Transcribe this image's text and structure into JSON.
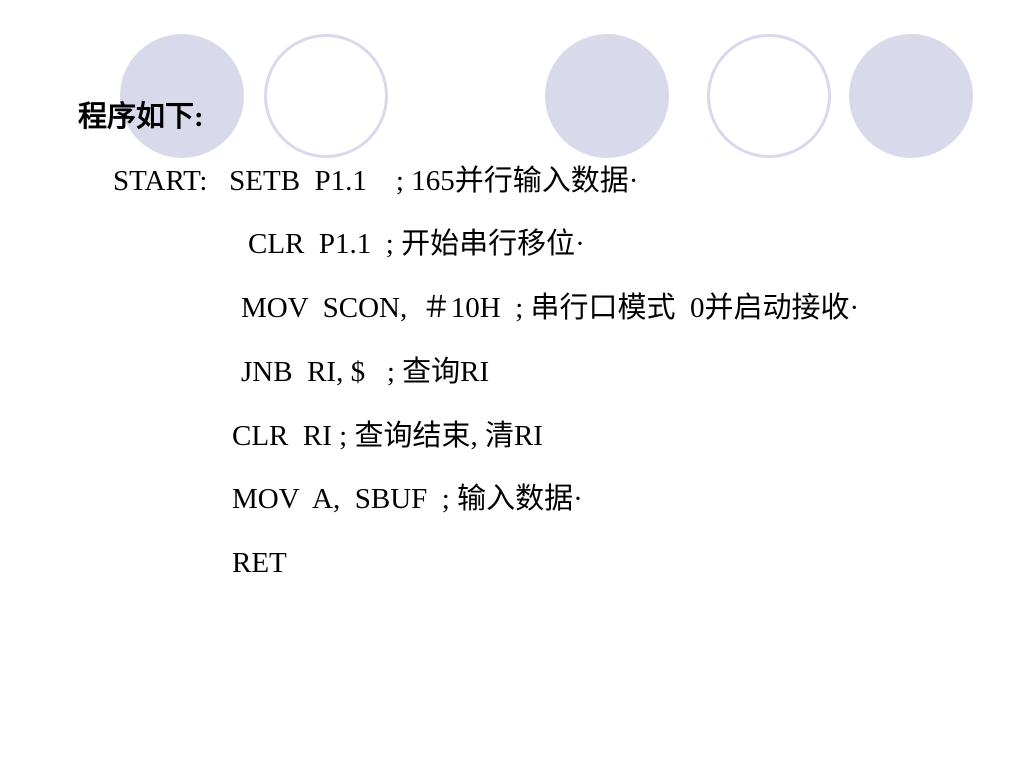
{
  "slide": {
    "heading": "程序如下:",
    "code_lines": [
      "START:   SETB  P1.1    ; 165并行输入数据·",
      "CLR  P1.1  ; 开始串行移位·",
      "MOV  SCON,  ＃10H  ; 串行口模式  0并启动接收·",
      "JNB  RI, $   ; 查询RI",
      "CLR  RI ; 查询结束, 清RI",
      "MOV  A,  SBUF  ; 输入数据·",
      "RET"
    ]
  },
  "decoration": {
    "circle_fill_color": "#d9d9ec",
    "circle_outline_color": "#d9d9ec",
    "circle_styles": [
      "filled",
      "outline",
      "filled",
      "outline",
      "filled"
    ]
  }
}
